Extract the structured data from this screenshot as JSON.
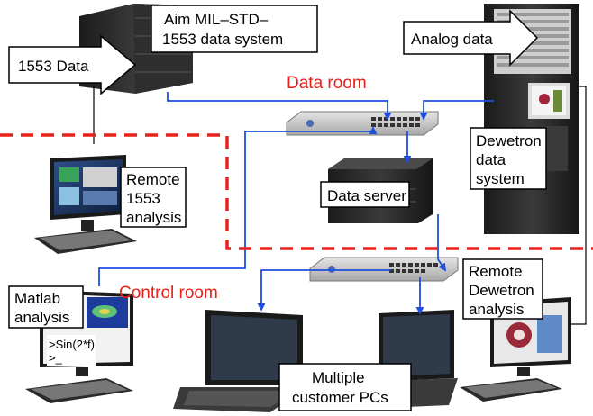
{
  "labels": {
    "aim_line1": "Aim MIL–STD–",
    "aim_line2": "1553 data system",
    "data_1553": "1553 Data",
    "analog_data": "Analog data",
    "data_room": "Data room",
    "control_room": "Control room",
    "remote_1553_line1": "Remote",
    "remote_1553_line2": "1553",
    "remote_1553_line3": "analysis",
    "data_server": "Data server",
    "dewetron_line1": "Dewetron",
    "dewetron_line2": "data",
    "dewetron_line3": "system",
    "remote_dewetron_line1": "Remote",
    "remote_dewetron_line2": "Dewetron",
    "remote_dewetron_line3": "analysis",
    "matlab_line1": "Matlab",
    "matlab_line2": "analysis",
    "matlab_code1": ">Sin(2*f)",
    "matlab_code2": ">_",
    "customer_line1": "Multiple",
    "customer_line2": "customer PCs"
  },
  "colors": {
    "room_label": "#e8201a",
    "divider": "#e8201a",
    "network_line": "#1f4fe0",
    "hardware_dark": "#2a2a2a"
  },
  "icons": {
    "rack_1553": "server-rack-icon",
    "rack_dewetron": "equipment-rack-icon",
    "switch": "network-switch-icon",
    "server": "server-icon",
    "monitor": "monitor-icon",
    "keyboard": "keyboard-icon",
    "laptop": "laptop-icon"
  }
}
